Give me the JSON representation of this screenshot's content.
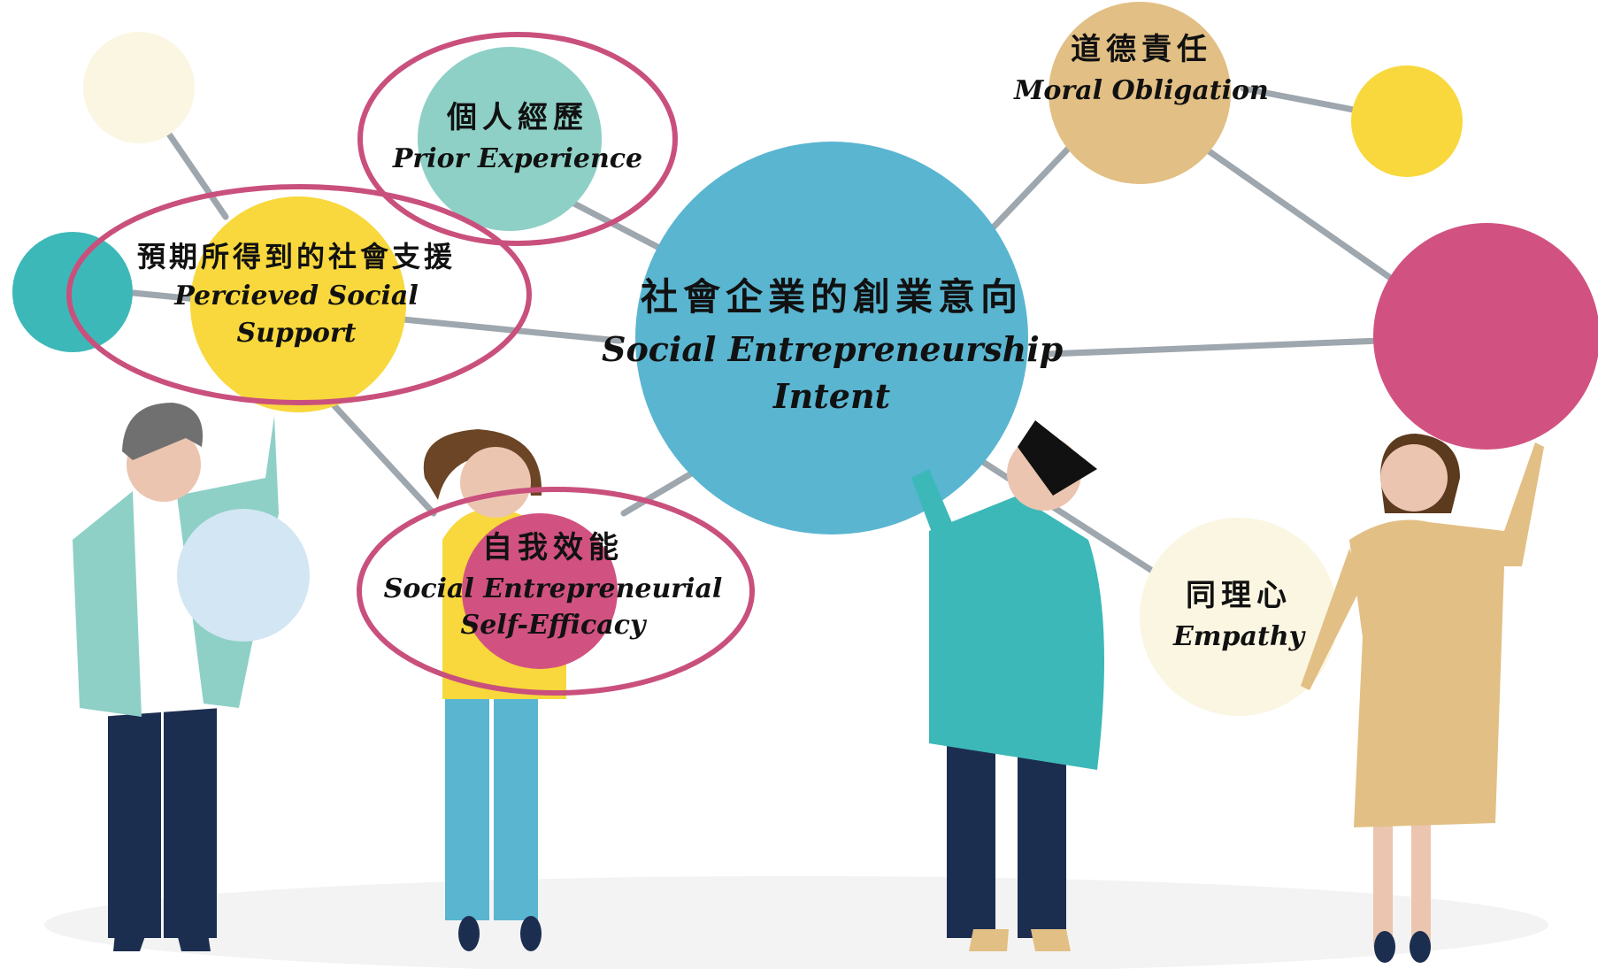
{
  "diagram": {
    "center": {
      "zh": "社會企業的創業意向",
      "en_line1": "Social Entrepreneurship",
      "en_line2": "Intent"
    },
    "factors": {
      "prior_experience": {
        "zh": "個人經歷",
        "en": "Prior Experience"
      },
      "perceived_social_support": {
        "zh": "預期所得到的社會支援",
        "en_line1": "Percieved Social",
        "en_line2": "Support"
      },
      "self_efficacy": {
        "zh": "自我效能",
        "en_line1": "Social Entrepreneurial",
        "en_line2": "Self-Efficacy"
      },
      "moral_obligation": {
        "zh": "道德責任",
        "en": "Moral Obligation"
      },
      "empathy": {
        "zh": "同理心",
        "en": "Empathy"
      }
    },
    "colors": {
      "blue": "#5AB5D0",
      "yellow": "#F8D83C",
      "teal": "#3DB8B8",
      "mint": "#8ED0C6",
      "magenta": "#D15280",
      "tan": "#E2BF84",
      "cream": "#FAF6E2",
      "light_blue": "#D3E6F4",
      "highlight_ring": "#C9507D",
      "connector": "#9EA6AE",
      "navy": "#1C2E50"
    }
  }
}
